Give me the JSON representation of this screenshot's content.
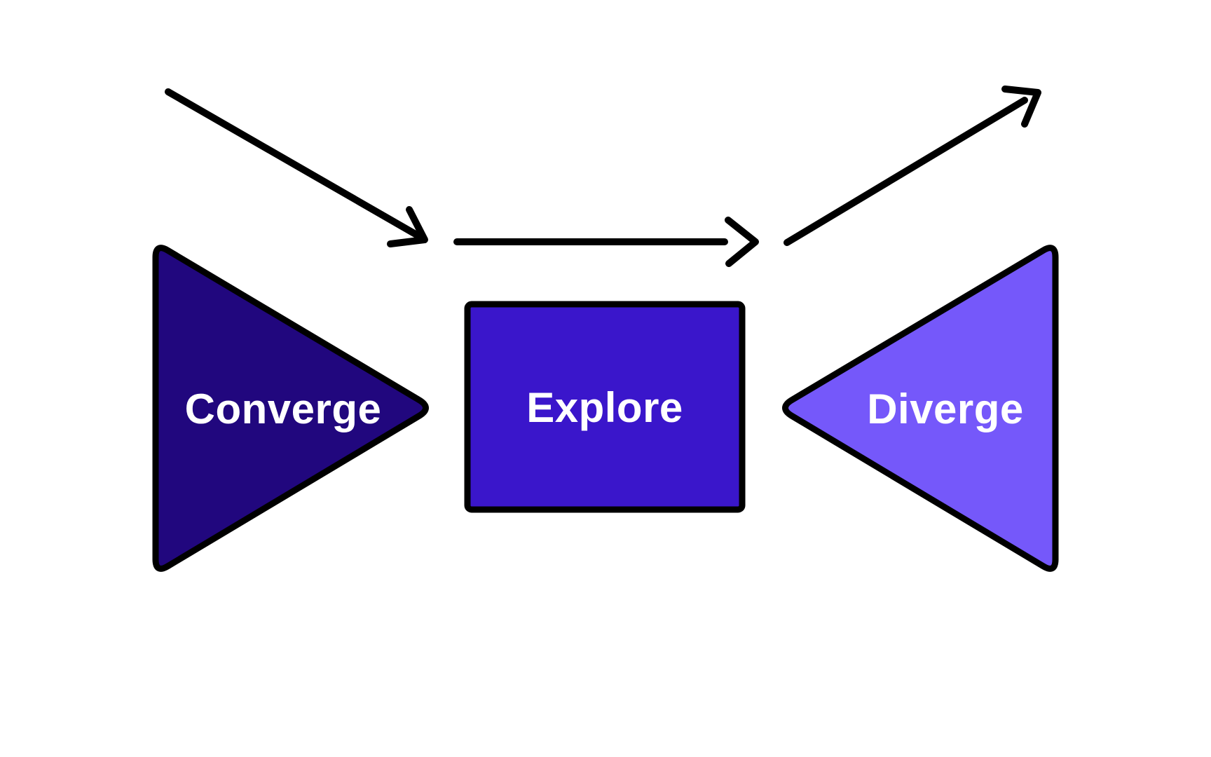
{
  "diagram": {
    "background_color": "#ffffff",
    "outline_color": "#000000",
    "label_color": "#ffffff",
    "nodes": [
      {
        "label": "Converge",
        "shape": "right-pointing-triangle",
        "fill": "#21077e"
      },
      {
        "label": "Explore",
        "shape": "rectangle",
        "fill": "#3a16cb"
      },
      {
        "label": "Diverge",
        "shape": "left-pointing-triangle",
        "fill": "#7558fa"
      }
    ],
    "arrows": [
      {
        "name": "flow-arrow-descending",
        "direction": "down-right"
      },
      {
        "name": "flow-arrow-horizontal",
        "direction": "right"
      },
      {
        "name": "flow-arrow-ascending",
        "direction": "up-right"
      }
    ]
  }
}
